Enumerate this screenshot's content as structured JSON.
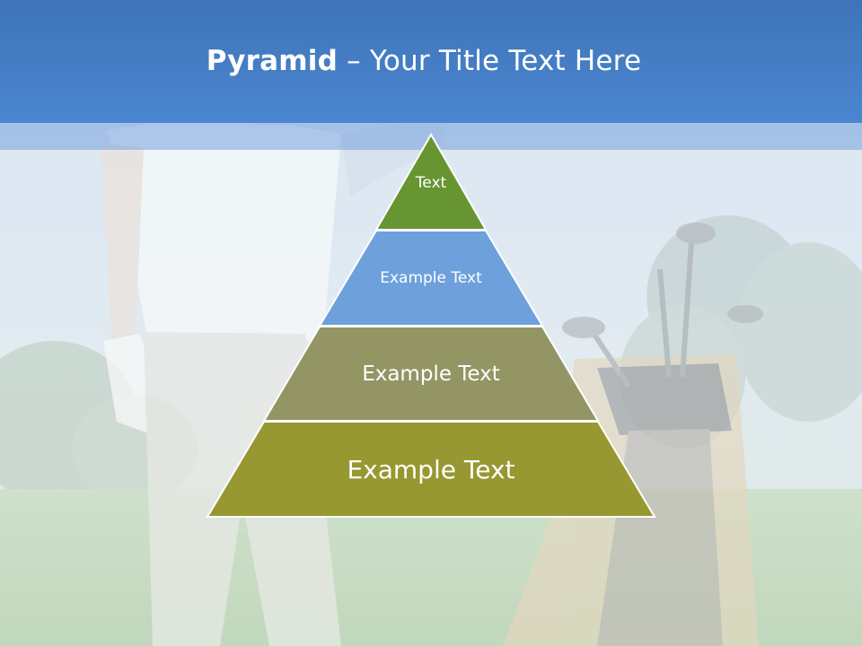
{
  "slide": {
    "title_bold": "Pyramid",
    "title_sep": " – ",
    "title_rest": "Your Title Text Here"
  },
  "pyramid": {
    "tiers": [
      {
        "label": "Text",
        "color": "#669532"
      },
      {
        "label": "Example Text",
        "color": "#6ea0dc"
      },
      {
        "label": "Example Text",
        "color": "#949564"
      },
      {
        "label": "Example Text",
        "color": "#979831"
      }
    ]
  },
  "colors": {
    "title_bar": "#4a86d0",
    "text": "#ffffff"
  }
}
